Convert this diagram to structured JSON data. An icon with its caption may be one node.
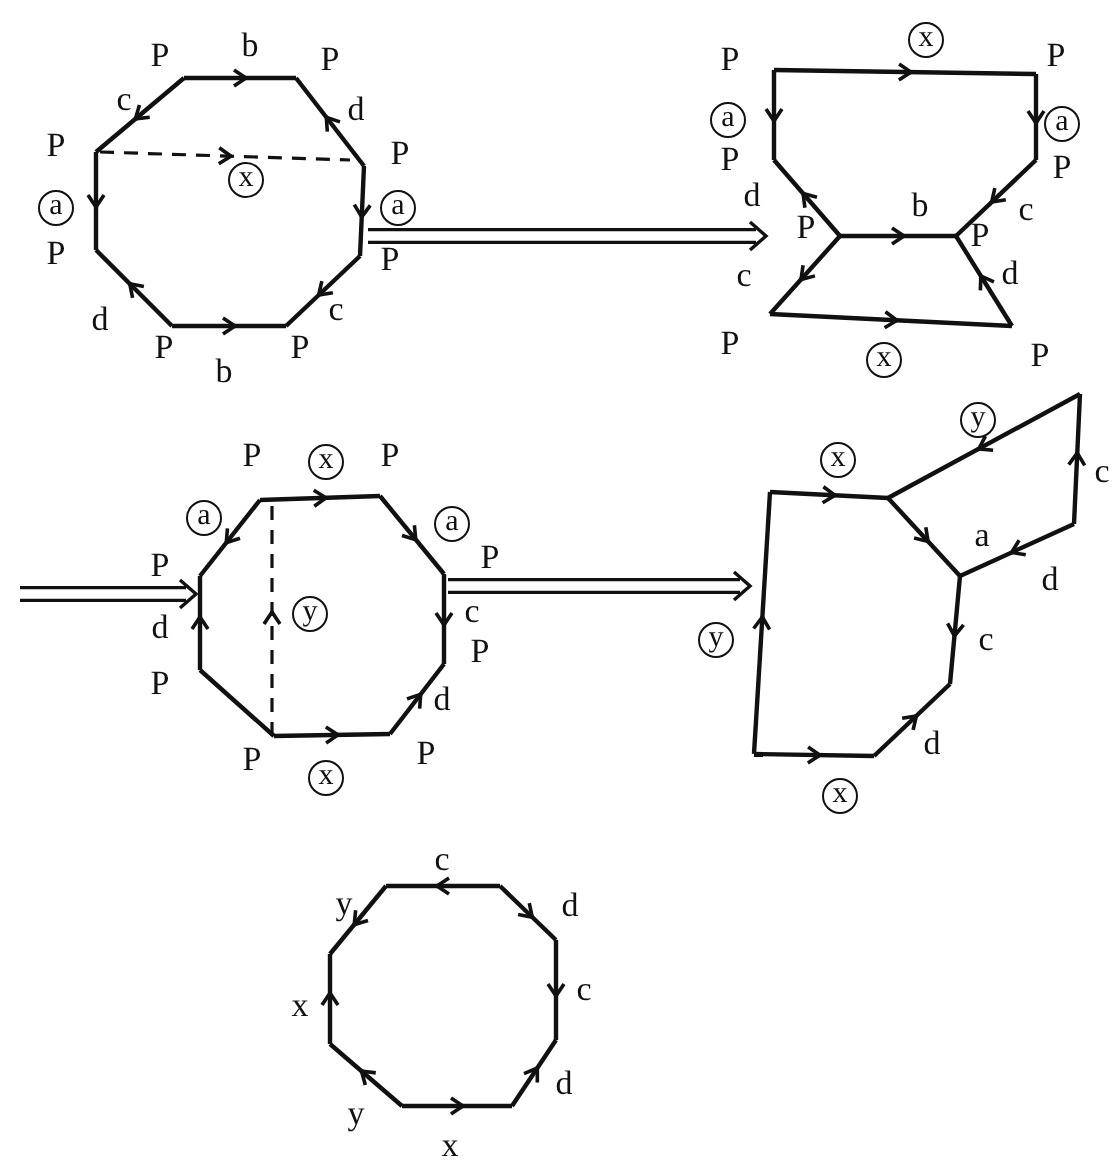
{
  "diagram": {
    "nodes": [
      {
        "text": [],
        "shape": "polygon"
      },
      {
        "text": [],
        "shape": "polygon"
      },
      {
        "text": [],
        "shape": "polygon"
      },
      {
        "text": [],
        "shape": "polygon"
      },
      {
        "text": [],
        "shape": "polygon"
      }
    ],
    "edges": [
      {
        "from": 0,
        "to": 1,
        "arrow": "to"
      },
      {
        "from": null,
        "to": 2,
        "arrow": "to"
      },
      {
        "from": 2,
        "to": 3,
        "arrow": "to"
      }
    ],
    "labels": [
      "P",
      "b",
      "P",
      "c",
      "d",
      "P",
      "P",
      "x",
      "a",
      "a",
      "P",
      "P",
      "d",
      "c",
      "P",
      "b",
      "P",
      "P",
      "x",
      "P",
      "a",
      "a",
      "P",
      "P",
      "d",
      "b",
      "c",
      "P",
      "P",
      "c",
      "d",
      "P",
      "x",
      "P",
      "P",
      "x",
      "P",
      "a",
      "a",
      "P",
      "P",
      "d",
      "y",
      "c",
      "P",
      "P",
      "d",
      "P",
      "x",
      "P",
      "x",
      "y",
      "c",
      "a",
      "d",
      "y",
      "c",
      "d",
      "x",
      "c",
      "y",
      "d",
      "c",
      "x",
      "d",
      "y",
      "x"
    ]
  }
}
